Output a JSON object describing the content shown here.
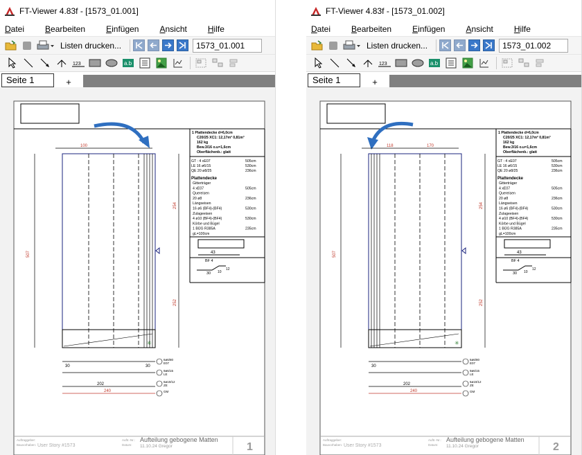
{
  "windows": [
    {
      "title": "FT-Viewer 4.83f - [1573_01.001]",
      "doc_field": "1573_01.001",
      "page_number": "1",
      "dims": {
        "top_left": "100",
        "top_right": "",
        "bottom_a": "30",
        "bottom_b": "30",
        "bottom_c": "202",
        "bottom_d": "240"
      },
      "arrow_direction": "right"
    },
    {
      "title": "FT-Viewer 4.83f - [1573_01.002]",
      "doc_field": "1573_01.002",
      "page_number": "2",
      "dims": {
        "top_left": "118",
        "top_right": "170",
        "bottom_a": "30",
        "bottom_b": "",
        "bottom_c": "202",
        "bottom_d": "240"
      },
      "arrow_direction": "left"
    }
  ],
  "menu": [
    {
      "label": "Datei",
      "mnemonic": "D",
      "rest": "atei"
    },
    {
      "label": "Bearbeiten",
      "mnemonic": "B",
      "rest": "earbeiten"
    },
    {
      "label": "Einfügen",
      "mnemonic": "E",
      "rest": "infügen"
    },
    {
      "label": "Ansicht",
      "mnemonic": "A",
      "rest": "nsicht"
    },
    {
      "label": "Hilfe",
      "mnemonic": "H",
      "rest": "ilfe"
    }
  ],
  "toolbar": {
    "print_lists_label": "Listen drucken..."
  },
  "tabs": {
    "page_tab": "Seite 1",
    "add_tab": "+"
  },
  "sheet": {
    "panel_header": "1  Plattendecke d=6,0cm",
    "panel_line2": "C20/25 XC1: 12,17m² 0,81m³",
    "panel_line3": "162 kg",
    "panel_line4": "Bew.3/16 o.u=1,6cm",
    "panel_line5": "Oberflächenb.: glatt",
    "rows": [
      {
        "label": "GT : 4 xE07",
        "value": "505cm"
      },
      {
        "label": "LE 16 ø6/15",
        "value": "530cm"
      },
      {
        "label": "QE 20 ø8/25",
        "value": "236cm"
      }
    ],
    "section_title": "Plattendecke",
    "section_rows": [
      {
        "label": "Gitterträger",
        "value": ""
      },
      {
        "label": "4 xE07",
        "value": "505cm"
      },
      {
        "label": "Quereisen",
        "value": ""
      },
      {
        "label": "20 ø8",
        "value": "236cm"
      },
      {
        "label": "Längseisen",
        "value": ""
      },
      {
        "label": "16 ø6 (BF4)-(BF4)",
        "value": "530cm"
      },
      {
        "label": "Zulageeisen",
        "value": ""
      },
      {
        "label": "4 ø10 (BF4)-(BF4)",
        "value": "530cm"
      },
      {
        "label": "Körbe und Bügel",
        "value": ""
      },
      {
        "label": "1 BÜG R385A",
        "value": "235cm"
      },
      {
        "label": "gL=100cm",
        "value": ""
      }
    ],
    "mini_value": "43",
    "bf_label": "BF 4",
    "small_dims": [
      "30",
      "10",
      "12"
    ],
    "left_dim": "507",
    "right_dim_top": "254",
    "right_dim_bottom": "252",
    "footer_title": "Aufteilung gebogene Matten",
    "footer_project": "User Story #1573",
    "footer_date": "11.10.24 Gregor",
    "footer_label_1": "Auftraggeber:",
    "footer_label_2": "Bauvorhaben:",
    "footer_label_3": "Auftr.-Nr.:",
    "footer_label_4": "Datum:",
    "legend_1": "6ø6/80",
    "legend_2": "E07",
    "legend_3": "9ø6/15",
    "legend_4": "LE",
    "legend_5": "6ø10/12",
    "legend_6": "ZE",
    "legend_7": "GM"
  },
  "colors": {
    "accent_blue": "#3a78c9",
    "dim_red": "#c0392b",
    "drawing_navy": "#1a237e",
    "arrow_blue": "#2f6fc0"
  }
}
